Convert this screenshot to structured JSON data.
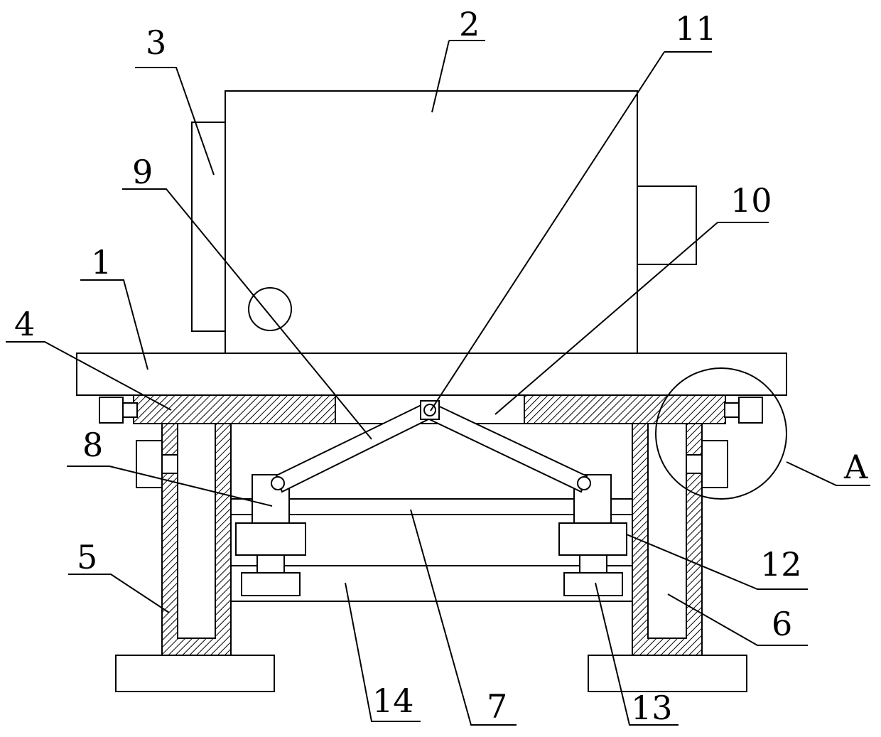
{
  "diagram": {
    "labels": {
      "l1": "1",
      "l2": "2",
      "l3": "3",
      "l4": "4",
      "l5": "5",
      "l6": "6",
      "l7": "7",
      "l8": "8",
      "l9": "9",
      "l10": "10",
      "l11": "11",
      "l12": "12",
      "l13": "13",
      "l14": "14",
      "lA": "A"
    },
    "colors": {
      "line": "#000000",
      "background": "#ffffff"
    }
  }
}
